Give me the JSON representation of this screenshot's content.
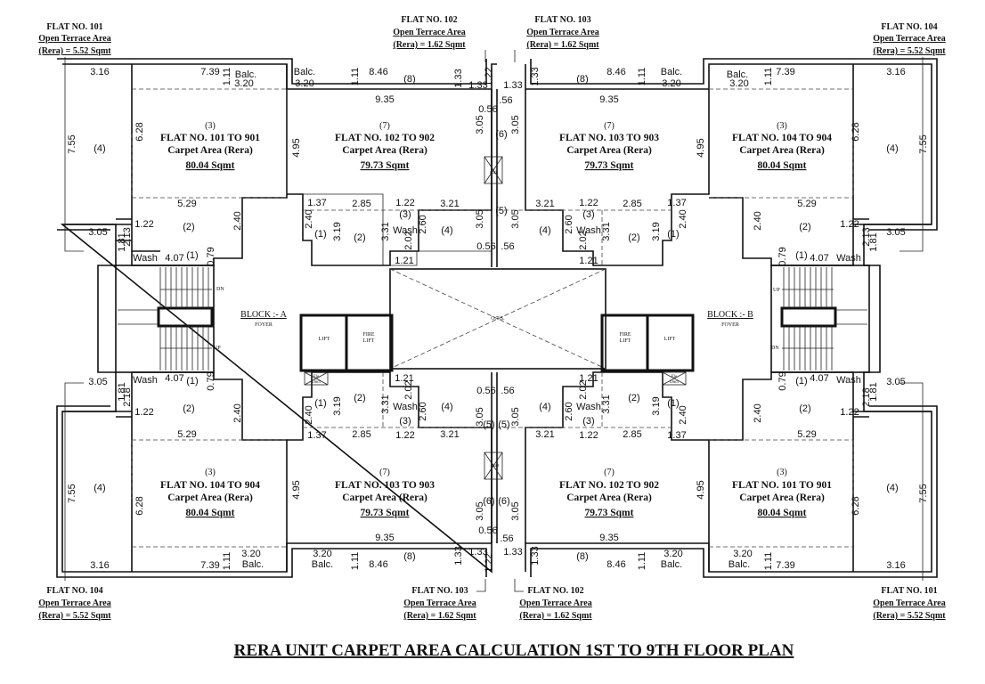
{
  "title": "RERA UNIT CARPET AREA CALCULATION 1ST TO 9TH FLOOR PLAN",
  "terrace_heading": "Open Terrace Area",
  "terraces": {
    "tl": {
      "flat": "FLAT NO. 101",
      "area": "(Rera) = 5.52 Sqmt"
    },
    "tm1": {
      "flat": "FLAT NO. 102",
      "area": "(Rera) = 1.62 Sqmt"
    },
    "tm2": {
      "flat": "FLAT NO. 103",
      "area": "(Rera) = 1.62 Sqmt"
    },
    "tr": {
      "flat": "FLAT NO. 104",
      "area": "(Rera) = 5.52 Sqmt"
    },
    "bl": {
      "flat": "FLAT NO. 104",
      "area": "(Rera) = 5.52 Sqmt"
    },
    "bm1": {
      "flat": "FLAT NO. 103",
      "area": "(Rera) = 1.62 Sqmt"
    },
    "bm2": {
      "flat": "FLAT NO. 102",
      "area": "(Rera) = 1.62 Sqmt"
    },
    "br": {
      "flat": "FLAT NO. 101",
      "area": "(Rera) = 5.52 Sqmt"
    }
  },
  "flats": {
    "tl": {
      "num": "(3)",
      "name": "FLAT NO. 101 TO 901",
      "label": "Carpet Area (Rera)",
      "area": "80.04 Sqmt"
    },
    "tm1": {
      "num": "(7)",
      "name": "FLAT NO. 102 TO 902",
      "label": "Carpet Area (Rera)",
      "area": "79.73 Sqmt"
    },
    "tm2": {
      "num": "(7)",
      "name": "FLAT NO. 103 TO 903",
      "label": "Carpet Area (Rera)",
      "area": "79.73 Sqmt"
    },
    "tr": {
      "num": "(3)",
      "name": "FLAT NO. 104 TO 904",
      "label": "Carpet Area (Rera)",
      "area": "80.04 Sqmt"
    },
    "bl": {
      "num": "(3)",
      "name": "FLAT NO. 104 TO 904",
      "label": "Carpet Area (Rera)",
      "area": "80.04 Sqmt"
    },
    "bm1": {
      "num": "(7)",
      "name": "FLAT NO. 103 TO 903",
      "label": "Carpet Area (Rera)",
      "area": "79.73 Sqmt"
    },
    "bm2": {
      "num": "(7)",
      "name": "FLAT NO. 102 TO 902",
      "label": "Carpet Area (Rera)",
      "area": "79.73 Sqmt"
    },
    "br": {
      "num": "(3)",
      "name": "FLAT NO. 101 TO 901",
      "label": "Carpet Area (Rera)",
      "area": "80.04 Sqmt"
    }
  },
  "labels": {
    "block_a": "BLOCK :- A",
    "block_b": "BLOCK :- B",
    "foyer": "FOYER",
    "ots": "O.T.S.",
    "lift": "LIFT",
    "fire": "FIRE",
    "fire_lift": "LIFT",
    "duct": "duct",
    "ele": "Ele",
    "ele_duct": "Duct",
    "up": "UP",
    "dn": "DN",
    "balc": "Balc.",
    "wash": "Wash"
  },
  "dims": {
    "d_316": "3.16",
    "d_739": "7.39",
    "d_111": "1.11",
    "d_320": "3.20",
    "d_846": "8.46",
    "d_133": "1.33",
    "d_122": "1.22",
    "d_935": "9.35",
    "d_056": "0.56",
    "d_305": "3.05",
    "d_628": "6.28",
    "d_755": "7.55",
    "d_495": "4.95",
    "d_529": "5.29",
    "d_240": "2.40",
    "d_213": "2.13",
    "d_218": "2.18",
    "d_181": "1.81",
    "d_407": "4.07",
    "d_079": "0.79",
    "d_137": "1.37",
    "d_285": "2.85",
    "d_321": "3.21",
    "d_319": "3.19",
    "d_331": "3.31",
    "d_260": "2.60",
    "d_202": "2.02",
    "d_121": "1.21",
    "d_56": ".56"
  },
  "rooms": {
    "r1": "(1)",
    "r2": "(2)",
    "r3": "(3)",
    "r4": "(4)",
    "r5": "(5)",
    "r6": "(6)",
    "r7": "(7)",
    "r8": "(8)"
  }
}
